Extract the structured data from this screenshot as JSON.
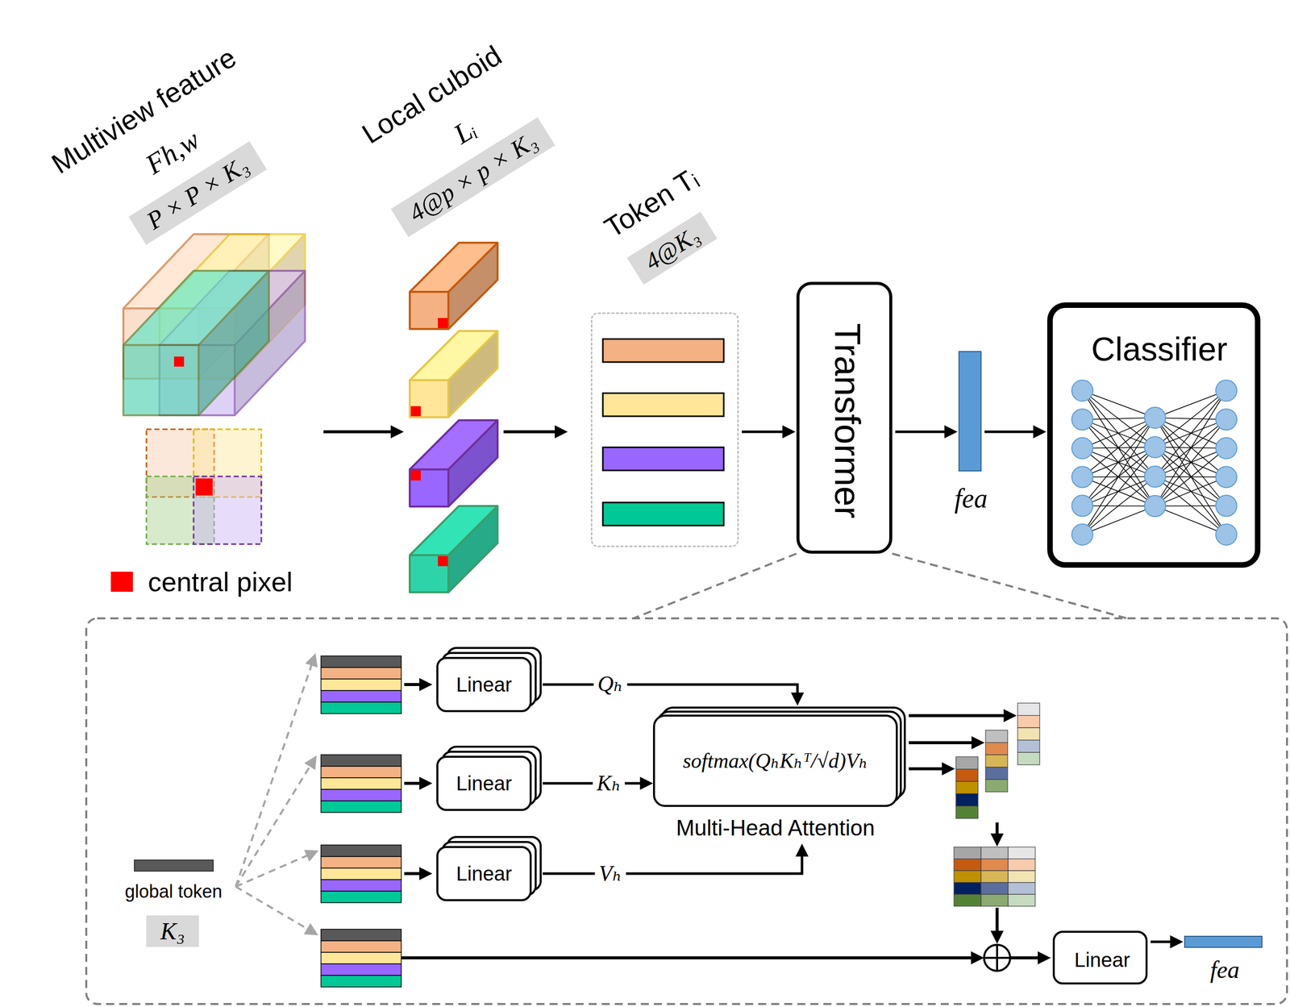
{
  "diagram": {
    "nodes": [
      {
        "text": [
          "Token Tᵢ",
          "4@K₃"
        ]
      },
      {
        "text": [
          "Transformer"
        ]
      },
      {
        "text": [
          "fea"
        ]
      },
      {
        "text": [
          "Classifier"
        ]
      },
      {
        "text": [
          "global token",
          "K₃"
        ]
      },
      {
        "text": [
          "Linear"
        ]
      },
      {
        "text": [
          "Linear"
        ]
      },
      {
        "text": [
          "Linear"
        ]
      },
      {
        "text": [
          "softmax(QₕKₕᵀ/√d)Vₕ",
          "Multi-Head Attention"
        ]
      },
      {
        "text": [
          "Linear"
        ]
      },
      {
        "text": [
          "fea"
        ]
      }
    ],
    "edges": [
      {
        "from": 0,
        "to": 1,
        "arrow": "to"
      },
      {
        "from": 1,
        "to": 2,
        "arrow": "to"
      },
      {
        "from": 2,
        "to": 3,
        "arrow": "to"
      },
      {
        "from": 5,
        "to": 8,
        "arrow": "to",
        "label": "Qₕ"
      },
      {
        "from": 6,
        "to": 8,
        "arrow": "to",
        "label": "Kₕ"
      },
      {
        "from": 7,
        "to": 8,
        "arrow": "to",
        "label": "Vₕ"
      },
      {
        "from": 9,
        "to": 10,
        "arrow": "to"
      }
    ],
    "labels": [
      "Multiview feature",
      "Fh,w",
      "P × P × K₃",
      "Local cuboid",
      "Lᵢ",
      "4@p × p × K₃"
    ],
    "legend": [
      {
        "text": "central pixel",
        "color": "#ff0000"
      }
    ]
  }
}
